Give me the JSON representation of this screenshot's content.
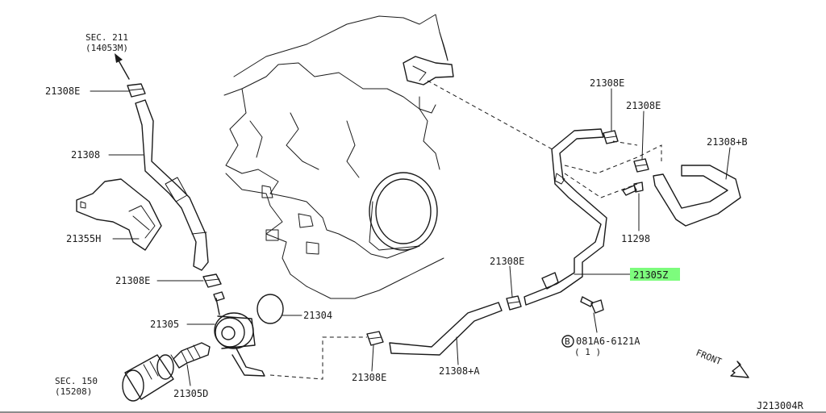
{
  "labels": {
    "sec211": "SEC. 211",
    "sec211_ref": "(14053M)",
    "p21308e_top_left": "21308E",
    "p21308": "21308",
    "p21355h": "21355H",
    "p21308e_mid_left": "21308E",
    "p21305": "21305",
    "p21304": "21304",
    "sec150": "SEC. 150",
    "sec150_ref": "(15208)",
    "p21305d": "21305D",
    "p21308e_bottom": "21308E",
    "p21308a": "21308+A",
    "p21308e_center": "21308E",
    "p21305z": "21305Z",
    "bolt_circle": "B",
    "bolt_part": "081A6-6121A",
    "bolt_qty": "( 1 )",
    "p21308e_top_right_1": "21308E",
    "p21308e_top_right_2": "21308E",
    "p21308b": "21308+B",
    "p11298": "11298",
    "front": "FRONT",
    "diagram_code": "J213004R"
  },
  "colors": {
    "line": "#1a1a1a",
    "highlight": "#7dfc7d",
    "background": "#ffffff"
  },
  "highlighted_part": "21305Z"
}
